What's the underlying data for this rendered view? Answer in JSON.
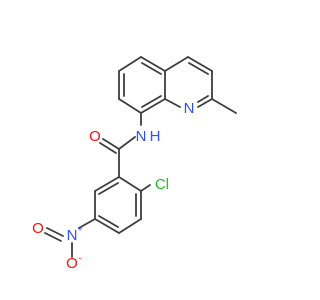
{
  "structure": {
    "atoms": {
      "amide_o": {
        "symbol": "O",
        "color": "#ff0d0d"
      },
      "amide_n": {
        "symbol": "N",
        "color": "#3050f8"
      },
      "amide_h": {
        "symbol": "H",
        "color": "#3050f8"
      },
      "quinoline_n": {
        "symbol": "N",
        "color": "#3050f8"
      },
      "chlorine": {
        "symbol": "Cl",
        "color": "#1fbf1f"
      },
      "nitro_n": {
        "symbol": "N",
        "color": "#3050f8"
      },
      "nitro_n_charge": {
        "symbol": "+",
        "color": "#3050f8"
      },
      "nitro_o_left": {
        "symbol": "O",
        "color": "#ff0d0d"
      },
      "nitro_o_bottom": {
        "symbol": "O",
        "color": "#ff0d0d"
      },
      "nitro_o_charge": {
        "symbol": "-",
        "color": "#ff0d0d"
      }
    }
  }
}
